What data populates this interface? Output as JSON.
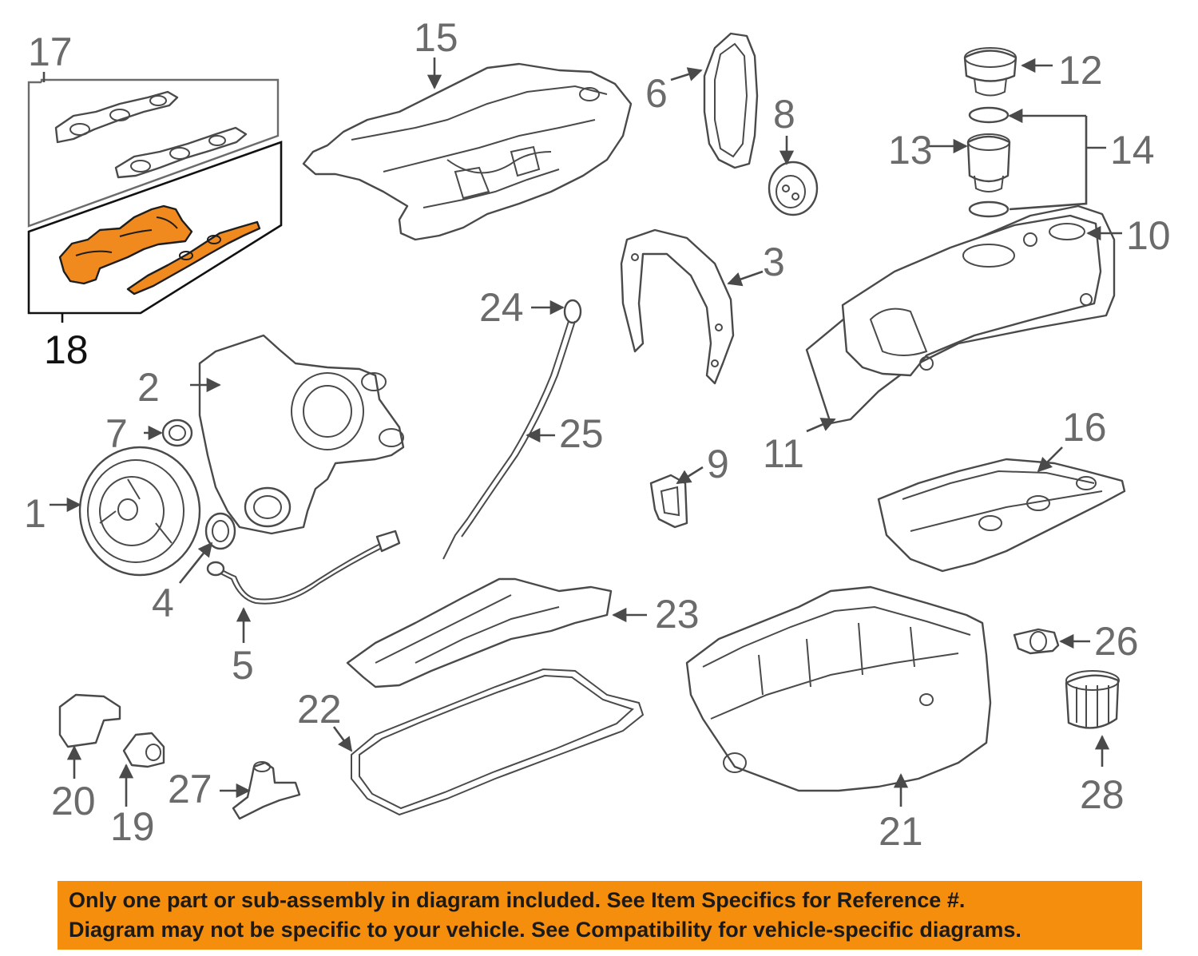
{
  "diagram": {
    "highlight_color": "#f08a1e",
    "callouts": {
      "c1": "1",
      "c2": "2",
      "c3": "3",
      "c4": "4",
      "c5": "5",
      "c6": "6",
      "c7": "7",
      "c8": "8",
      "c9": "9",
      "c10": "10",
      "c11": "11",
      "c12": "12",
      "c13": "13",
      "c14": "14",
      "c15": "15",
      "c16": "16",
      "c17": "17",
      "c18": "18",
      "c19": "19",
      "c20": "20",
      "c21": "21",
      "c22": "22",
      "c23": "23",
      "c24": "24",
      "c25": "25",
      "c26": "26",
      "c27": "27",
      "c28": "28"
    },
    "highlighted_callout": "18"
  },
  "notice": {
    "background": "#f58e0c",
    "line1": "Only one part or sub-assembly in diagram included. See Item Specifics for Reference #.",
    "line2": "Diagram may not be specific to your vehicle. See Compatibility for vehicle-specific diagrams."
  }
}
